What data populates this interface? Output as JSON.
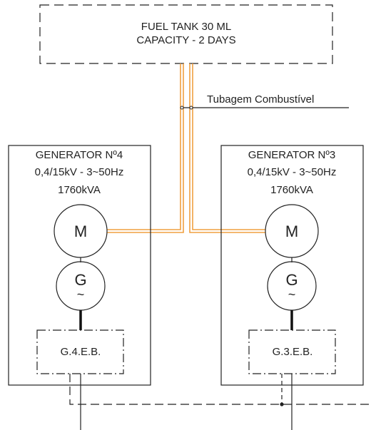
{
  "fuel_tank": {
    "line1": "FUEL TANK 30 ML",
    "line2": "CAPACITY - 2 DAYS"
  },
  "pipe_label": "Tubagem Combustível",
  "generators": [
    {
      "title": "GENERATOR Nº4",
      "spec": "0,4/15kV - 3~50Hz",
      "power": "1760kVA",
      "motor_symbol": "M",
      "gen_symbol": "G",
      "gen_ac_symbol": "~",
      "eb_label": "G.4.E.B."
    },
    {
      "title": "GENERATOR Nº3",
      "spec": "0,4/15kV - 3~50Hz",
      "power": "1760kVA",
      "motor_symbol": "M",
      "gen_symbol": "G",
      "gen_ac_symbol": "~",
      "eb_label": "G.3.E.B."
    }
  ],
  "colors": {
    "line": "#222222",
    "fuel_pipe": "#f0a040"
  }
}
